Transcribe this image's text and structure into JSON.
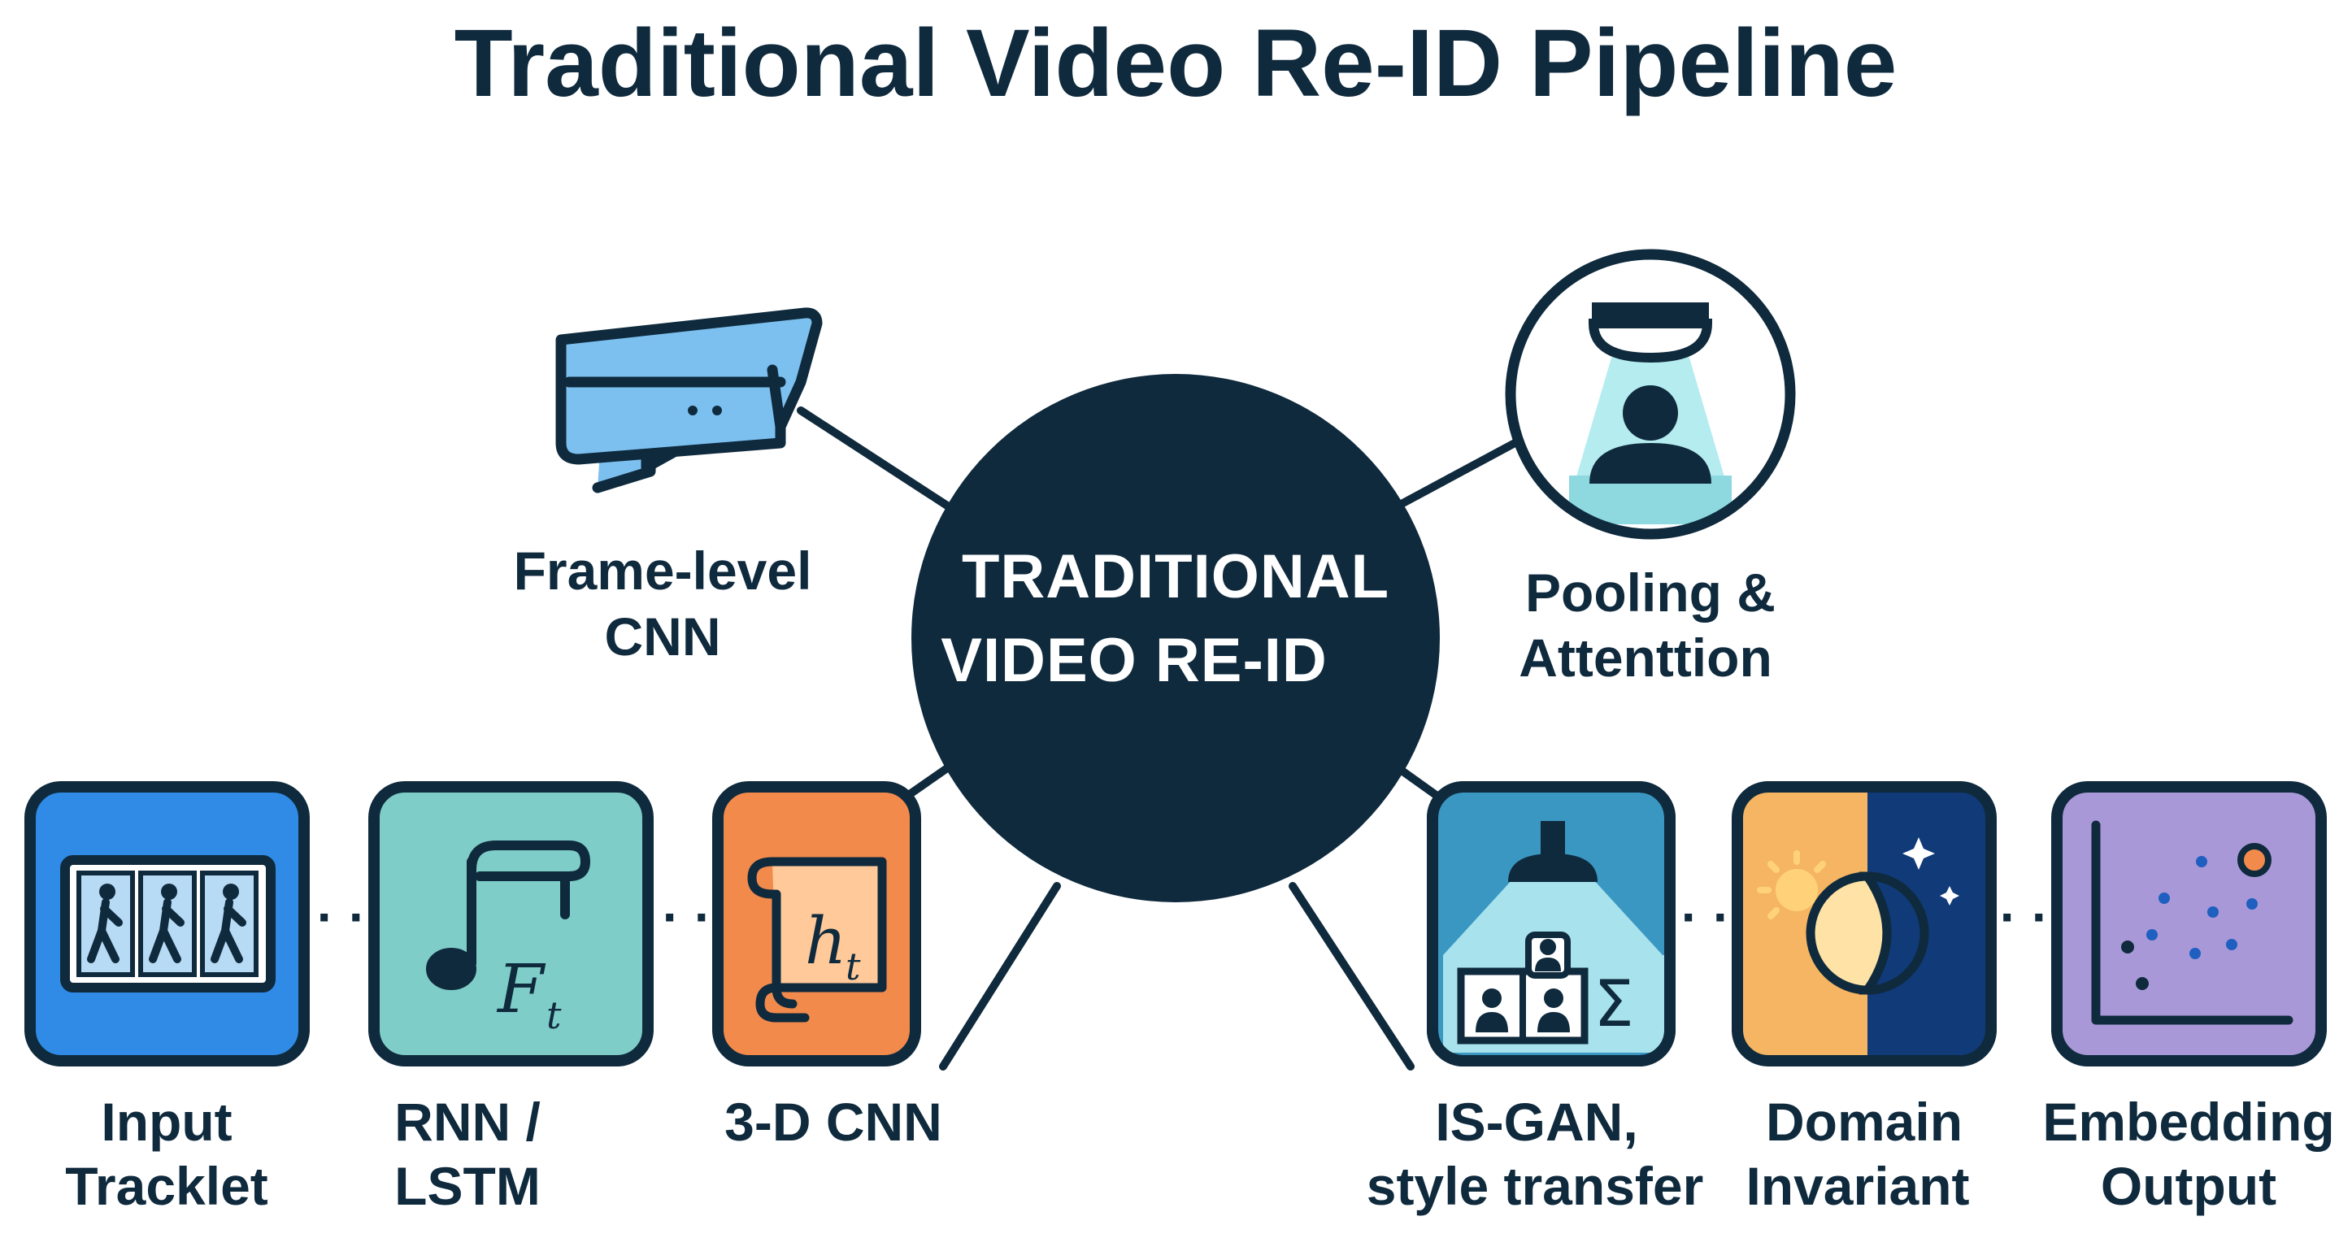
{
  "title": "Traditional Video Re-ID Pipeline",
  "hub": {
    "line1": "TRADITIONAL",
    "line2": "VIDEO RE-ID"
  },
  "top_nodes": {
    "frame_cnn": {
      "line1": "Frame-level",
      "line2": "CNN",
      "icon": "security-camera-icon"
    },
    "pooling": {
      "line1": "Pooling &",
      "line2": "Attenttion",
      "icon": "spotlight-person-icon"
    }
  },
  "pipeline": [
    {
      "id": "input-tracklet",
      "line1": "Input",
      "line2": "Tracklet",
      "icon": "walking-frames-icon",
      "color": "#2f8be6"
    },
    {
      "id": "rnn-lstm",
      "line1": "RNN /",
      "line2": "LSTM",
      "icon": "music-note-icon",
      "color": "#7fcdc9",
      "math": "F",
      "math_sub": "t"
    },
    {
      "id": "3d-cnn",
      "line1": "3-D CNN",
      "line2": "",
      "icon": "scroll-icon",
      "color": "#f28a4c",
      "math": "h",
      "math_sub": "t"
    },
    {
      "id": "is-gan",
      "line1": "IS-GAN,",
      "line2": "style transfer",
      "icon": "lamp-people-sigma-icon",
      "color": "#3a97c2"
    },
    {
      "id": "domain-invariant",
      "line1": "Domain",
      "line2": "Invariant",
      "icon": "day-night-icon",
      "color": "#f5b562"
    },
    {
      "id": "embedding-output",
      "line1": "Embedding",
      "line2": "Output",
      "icon": "scatter-plot-icon",
      "color": "#a998d8"
    }
  ],
  "connector": "· ·",
  "sigma": "Σ",
  "colors": {
    "navy": "#0f2a3d",
    "camera_blue": "#7cc0f0",
    "light_teal": "#b5ecf0",
    "night": "#103a78"
  }
}
